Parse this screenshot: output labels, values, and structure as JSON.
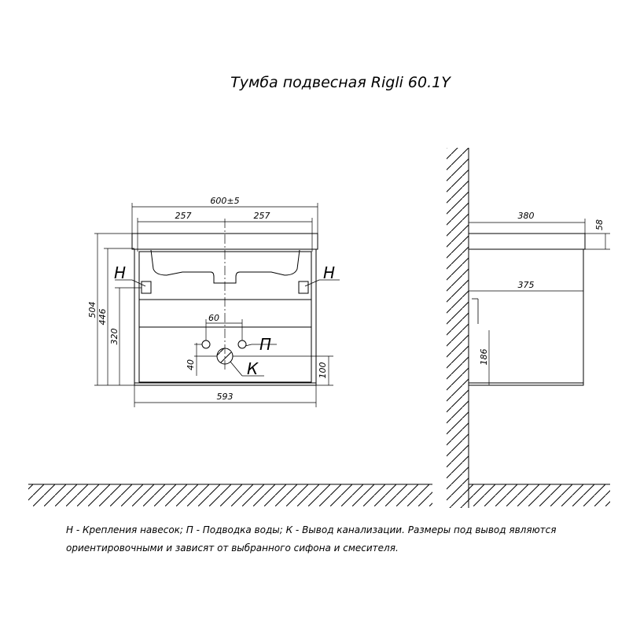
{
  "title": "Тумба подвесная Rigli 60.1Y",
  "front_view": {
    "dim_total_width": "600±5",
    "dim_left_half": "257",
    "dim_right_half": "257",
    "dim_bottom_width": "593",
    "dim_height_total": "504",
    "dim_height_mount": "446",
    "dim_height_water": "320",
    "dim_pipe_spacing": "60",
    "dim_drain_offset": "40",
    "dim_drain_height": "100",
    "label_hanger_left": "Н",
    "label_hanger_right": "Н",
    "label_water": "П",
    "label_drain": "К"
  },
  "side_view": {
    "dim_depth_top": "380",
    "dim_top_thickness": "58",
    "dim_depth_body": "375",
    "dim_drawer_height": "186"
  },
  "note": {
    "line1": "Н - Крепления навесок; П - Подводка воды; К - Вывод канализации. Размеры под вывод являются",
    "line2": "ориентировочными и зависят от выбранного сифона и смесителя."
  }
}
